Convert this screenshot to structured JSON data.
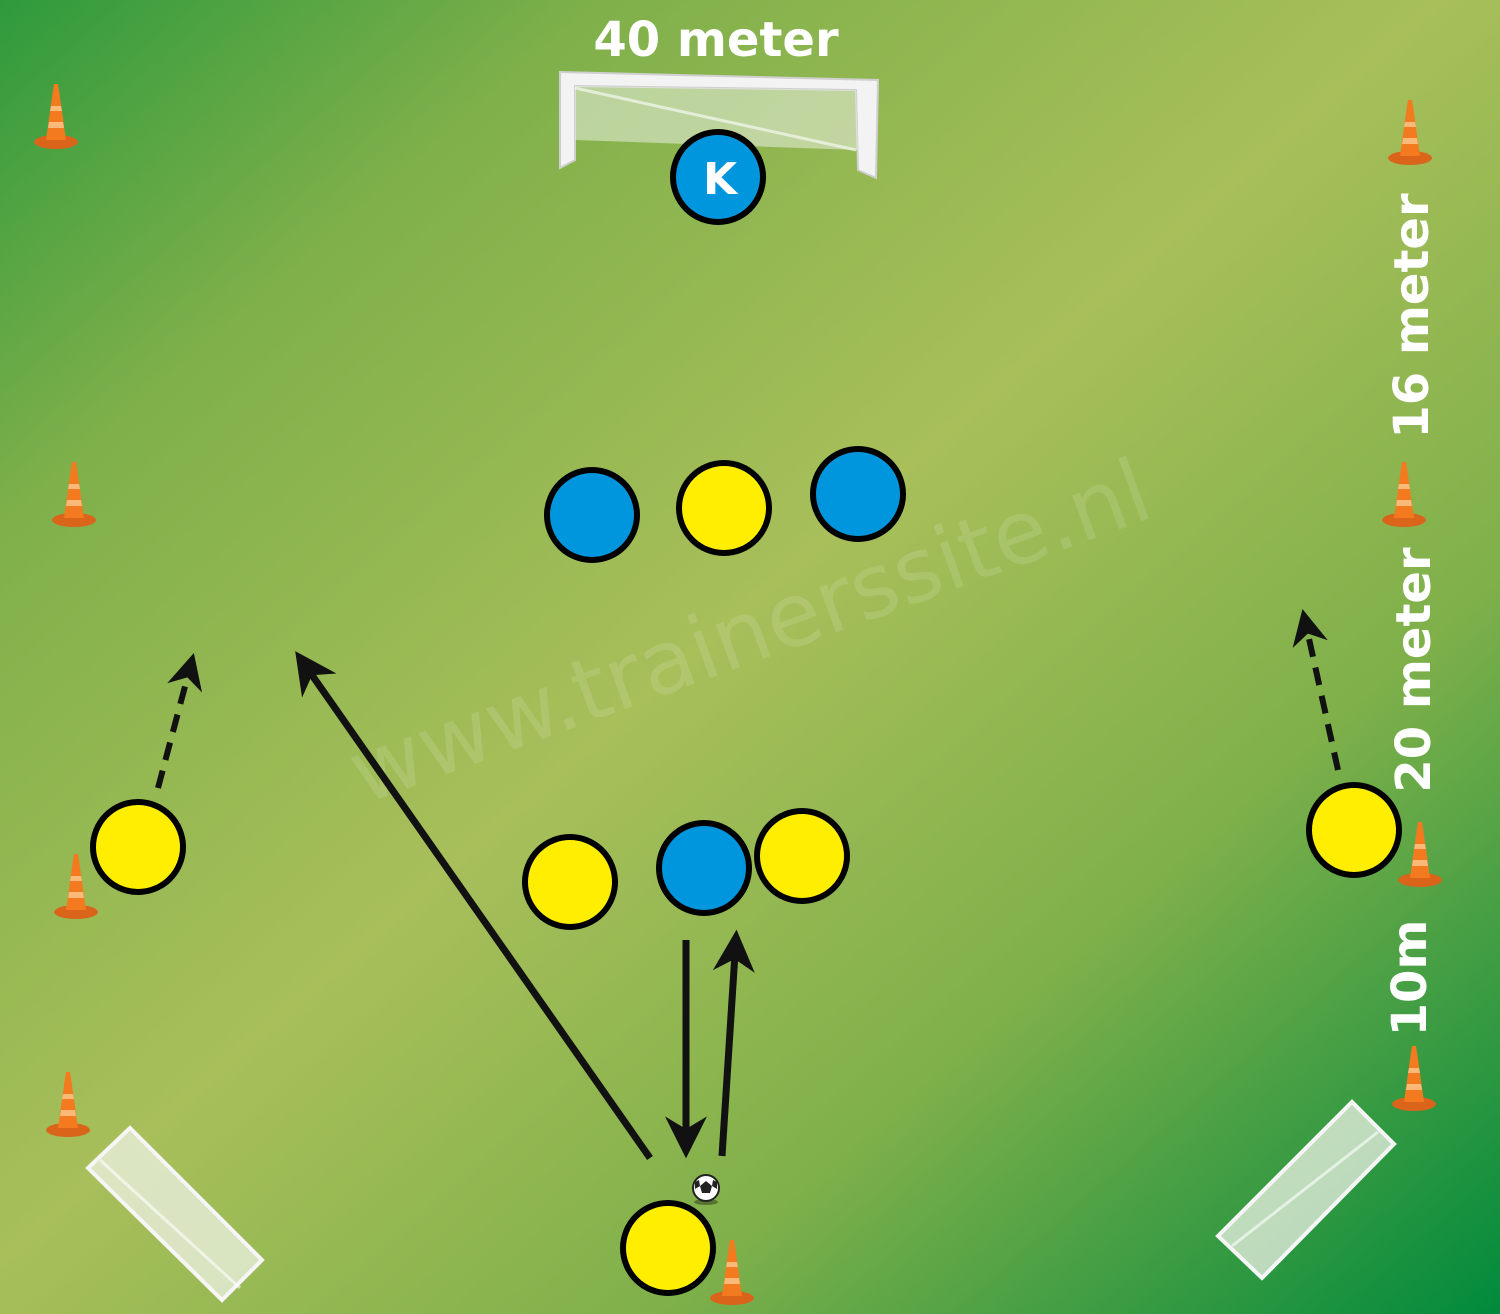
{
  "labels": {
    "width": "40 meter",
    "depth_16": "16 meter",
    "depth_20": "20 meter",
    "depth_10": "10m",
    "keeper": "K",
    "watermark": "www.trainerssite.nl"
  },
  "colors": {
    "field_dark": "#2e9a3c",
    "field_light": "#a8bf5a",
    "blue_player": "#0096dd",
    "yellow_player": "#ffee00",
    "cone": "#f47a20",
    "arrow": "#111111"
  },
  "players": [
    {
      "team": "keeper"
    },
    {
      "team": "blue"
    },
    {
      "team": "yellow"
    },
    {
      "team": "blue"
    },
    {
      "team": "yellow"
    },
    {
      "team": "blue"
    },
    {
      "team": "yellow"
    },
    {
      "team": "yellow"
    },
    {
      "team": "yellow"
    },
    {
      "team": "yellow"
    }
  ],
  "icons": [
    "cone-icon",
    "ball-icon",
    "goal-icon"
  ]
}
